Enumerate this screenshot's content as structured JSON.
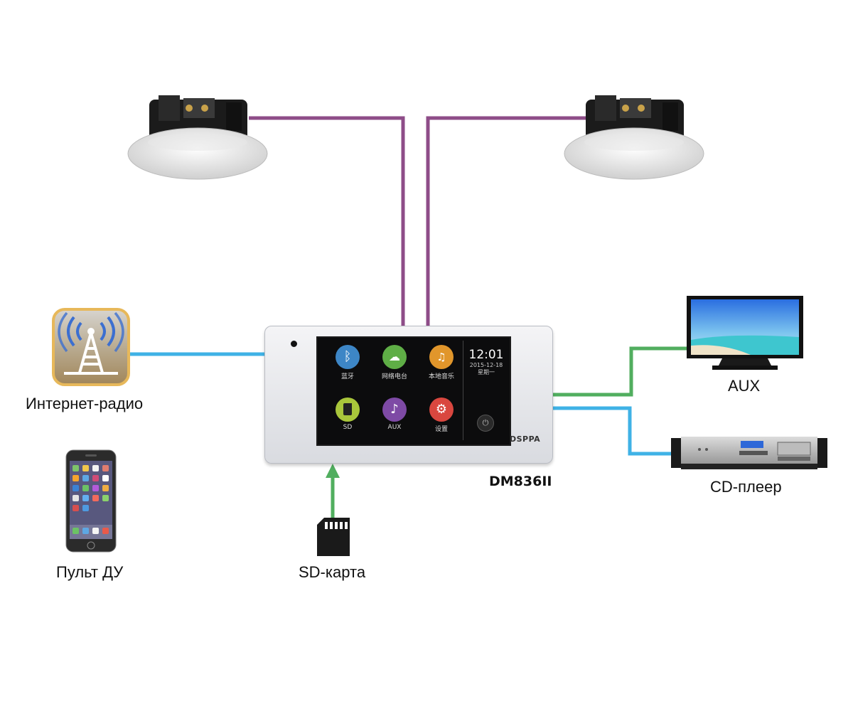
{
  "labels": {
    "internet_radio": "Интернет-радио",
    "remote": "Пульт ДУ",
    "sd_card": "SD-карта",
    "aux": "AUX",
    "cd_player": "CD-плеер",
    "model": "DM836II"
  },
  "device": {
    "brand": "DSPPA",
    "clock_time": "12:01",
    "clock_date": "2015-12-18",
    "clock_weekday": "星期一",
    "apps": [
      {
        "label": "蓝牙",
        "icon": "bluetooth-icon",
        "color": "#3d86c6"
      },
      {
        "label": "网络电台",
        "icon": "cloud-icon",
        "color": "#5fae46"
      },
      {
        "label": "本地音乐",
        "icon": "music-folder-icon",
        "color": "#e1962b"
      },
      {
        "label": "SD",
        "icon": "sd-icon",
        "color": "#a9c63b"
      },
      {
        "label": "AUX",
        "icon": "music-note-icon",
        "color": "#7e4aa5"
      },
      {
        "label": "设置",
        "icon": "gear-icon",
        "color": "#d9473f"
      }
    ]
  },
  "colors": {
    "speaker_cable": "#8e4d88",
    "blue_cable": "#3fb2e6",
    "green_cable": "#51ae5f"
  }
}
